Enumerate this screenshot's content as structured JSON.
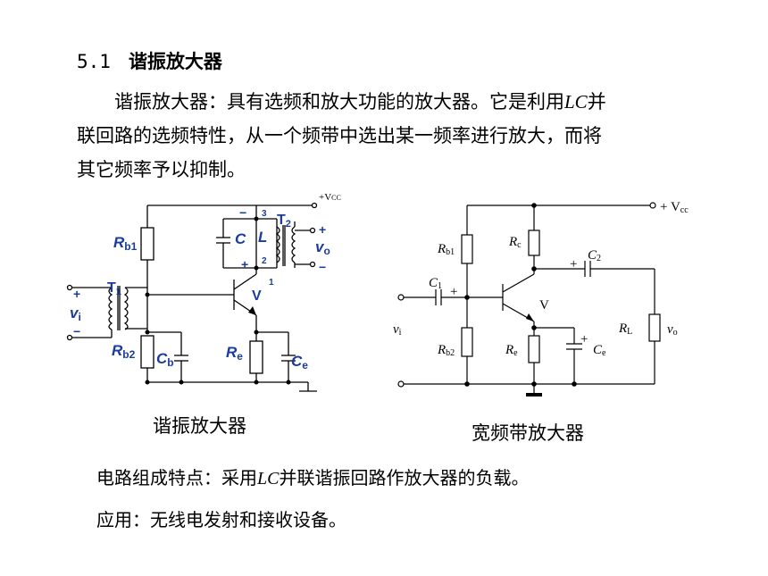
{
  "section": {
    "number": "5.1",
    "title": "谐振放大器"
  },
  "intro": {
    "line1_a": "谐振放大器：具有选频和放大功能的放大器。它是利用",
    "line1_lc": "LC",
    "line1_b": "并",
    "line2": "联回路的选频特性，从一个频带中选出某一频率进行放大，而将",
    "line3": "其它频率予以抑制。"
  },
  "left_circuit": {
    "caption": "谐振放大器",
    "labels": {
      "vcc": "+V",
      "vcc_sub": "CC",
      "rb1": "R",
      "rb1_sub": "b1",
      "rb2": "R",
      "rb2_sub": "b2",
      "cb": "C",
      "cb_sub": "b",
      "re": "R",
      "re_sub": "e",
      "ce": "C",
      "ce_sub": "e",
      "c": "C",
      "l": "L",
      "t1": "T",
      "t1_sub": "1",
      "t2": "T",
      "t2_sub": "2",
      "v": "V",
      "vi": "v",
      "vi_sub": "i",
      "vo": "v",
      "vo_sub": "o",
      "plus": "+",
      "minus": "−",
      "tap1": "1",
      "tap2": "2",
      "tap3": "3"
    }
  },
  "right_circuit": {
    "caption": "宽频带放大器",
    "labels": {
      "vcc": "+ V",
      "vcc_sub": "cc",
      "rb1": "R",
      "rb1_sub": "b1",
      "rb2": "R",
      "rb2_sub": "b2",
      "rc": "R",
      "rc_sub": "c",
      "re": "R",
      "re_sub": "e",
      "c1": "C",
      "c1_sub": "1",
      "c2": "C",
      "c2_sub": "2",
      "ce": "C",
      "ce_sub": "e",
      "rl": "R",
      "rl_sub": "L",
      "vi": "v",
      "vi_sub": "i",
      "vo": "v",
      "vo_sub": "o",
      "v": "V",
      "plus": "+"
    }
  },
  "notes": {
    "feature_a": "电路组成特点：采用",
    "feature_lc": "LC",
    "feature_b": "并联谐振回路作放大器的负载。",
    "application": "应用：无线电发射和接收设备。"
  }
}
